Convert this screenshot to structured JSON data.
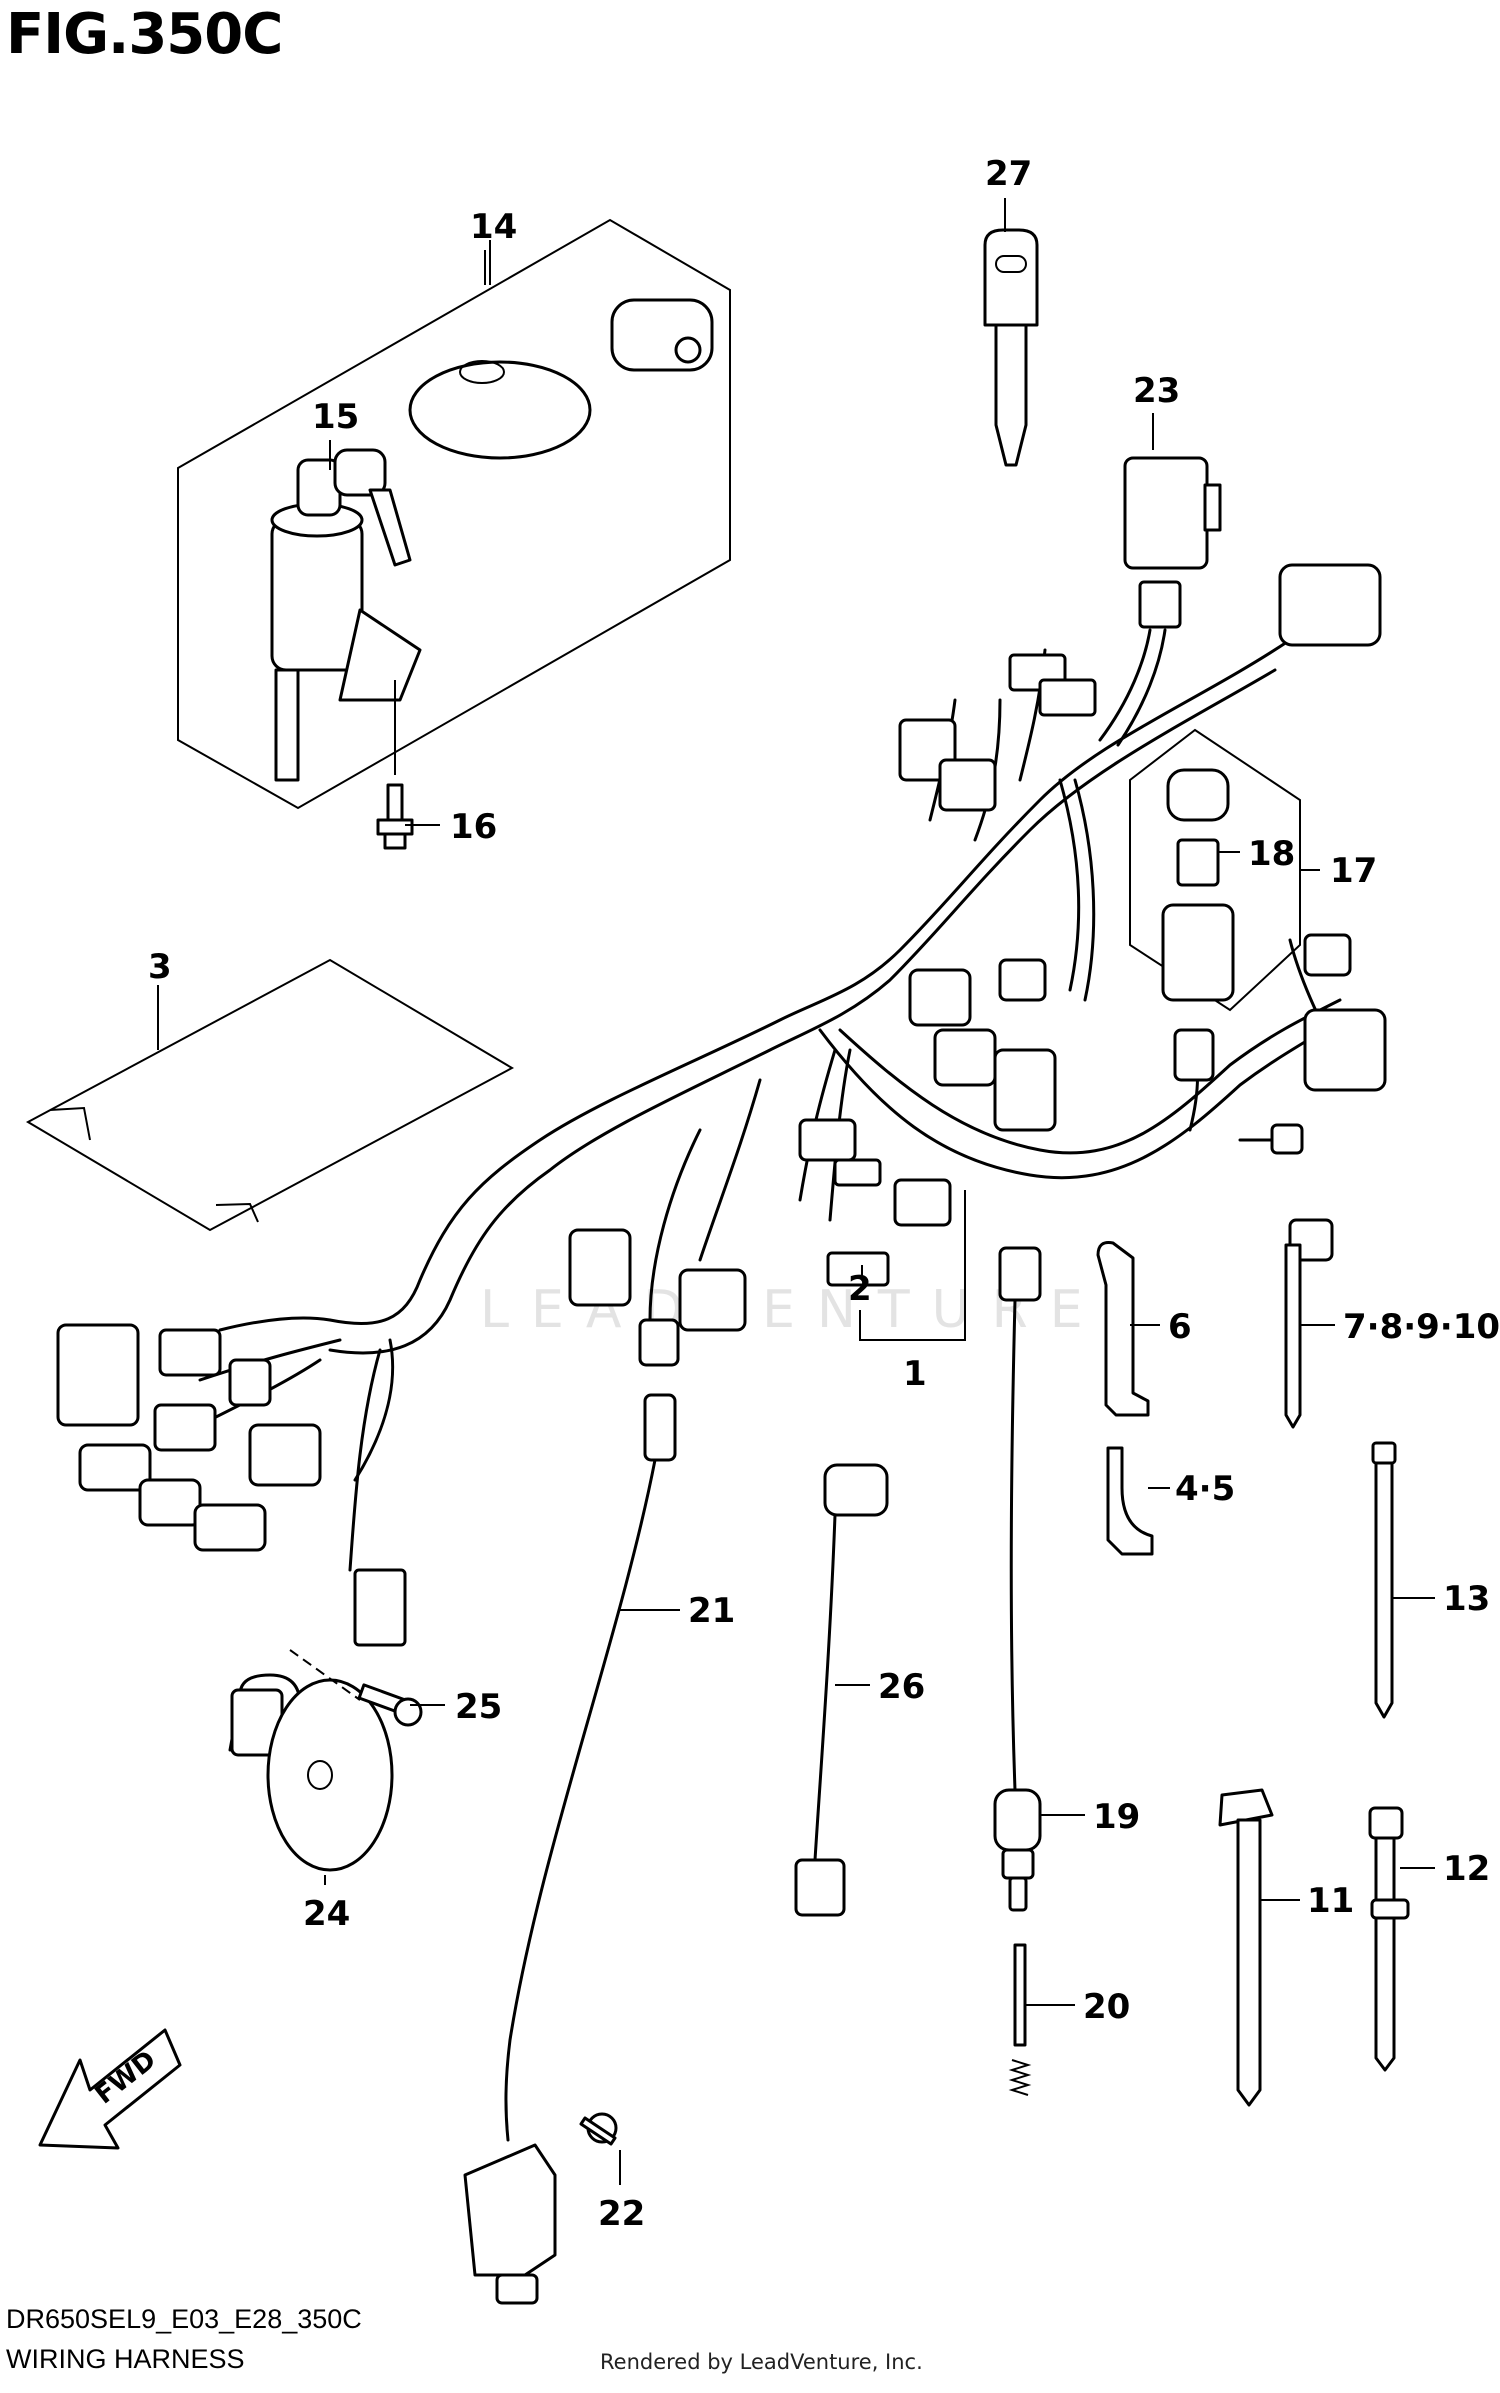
{
  "figure_title": "FIG.350C",
  "model_code": "DR650SEL9_E03_E28_350C",
  "diagram_name": "WIRING HARNESS",
  "credit": "Rendered by LeadVenture, Inc.",
  "watermark": "LEADVENTURE",
  "fwd_label": "FWD",
  "callouts": {
    "p1": "1",
    "p2": "2",
    "p3": "3",
    "p4_5": "4·5",
    "p6": "6",
    "p7_10": "7·8·9·10",
    "p11": "11",
    "p12": "12",
    "p13": "13",
    "p14": "14",
    "p15": "15",
    "p16": "16",
    "p17": "17",
    "p18": "18",
    "p19": "19",
    "p20": "20",
    "p21": "21",
    "p22": "22",
    "p23": "23",
    "p24": "24",
    "p25": "25",
    "p26": "26",
    "p27": "27"
  }
}
